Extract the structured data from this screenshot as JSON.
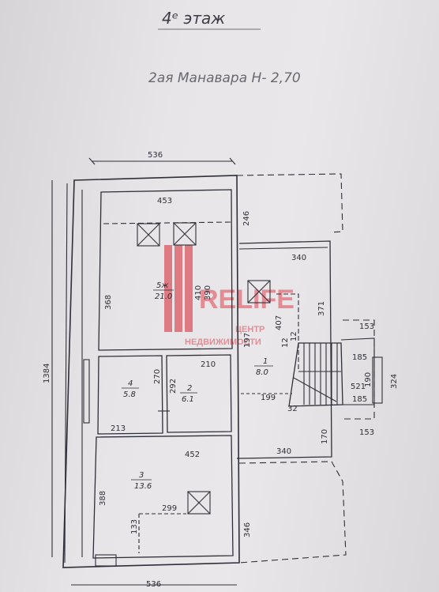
{
  "header": {
    "floor_title": "4ᵉ этаж",
    "address_note": "2ая Манавара Н- 2,70"
  },
  "dimensions": {
    "top_width": "536",
    "bottom_width": "536",
    "total_height": "1384",
    "room5_width": "453",
    "room5_height": "368",
    "room5_inner_a": "410",
    "room5_inner_b": "390",
    "balcony_top": "246",
    "hall_width_top": "340",
    "hall_right_a": "371",
    "stair_right_a": "153",
    "stair_right_b": "324",
    "stair_w1": "185",
    "stair_w2": "185",
    "stair_h": "190",
    "stair_len": "521",
    "hall_a": "197",
    "hall_b": "12",
    "hall_c": "12",
    "hall_d": "407",
    "room4_h": "270",
    "room4_w": "213",
    "room2_w": "210",
    "room2_h": "292",
    "hall_199": "199",
    "hall_32": "32",
    "hall_170": "170",
    "hall_width_bottom": "340",
    "stair_right_c": "153",
    "room3_width": "452",
    "room3_height": "388",
    "room3_inner_w": "299",
    "room3_inner_h": "133",
    "balcony_bottom": "346"
  },
  "rooms": [
    {
      "number": "5ж",
      "area": "21.0"
    },
    {
      "number": "4",
      "area": "5.8"
    },
    {
      "number": "2",
      "area": "6.1"
    },
    {
      "number": "1",
      "area": "8.0"
    },
    {
      "number": "3",
      "area": "13.6"
    }
  ],
  "watermark": {
    "brand": "RELIFE",
    "line1": "ЦЕНТР",
    "line2": "НЕДВИЖИМОСТИ",
    "color": "#d9343f"
  },
  "colors": {
    "ink": "#2f2f3a",
    "paper": "#e7e5e7"
  }
}
